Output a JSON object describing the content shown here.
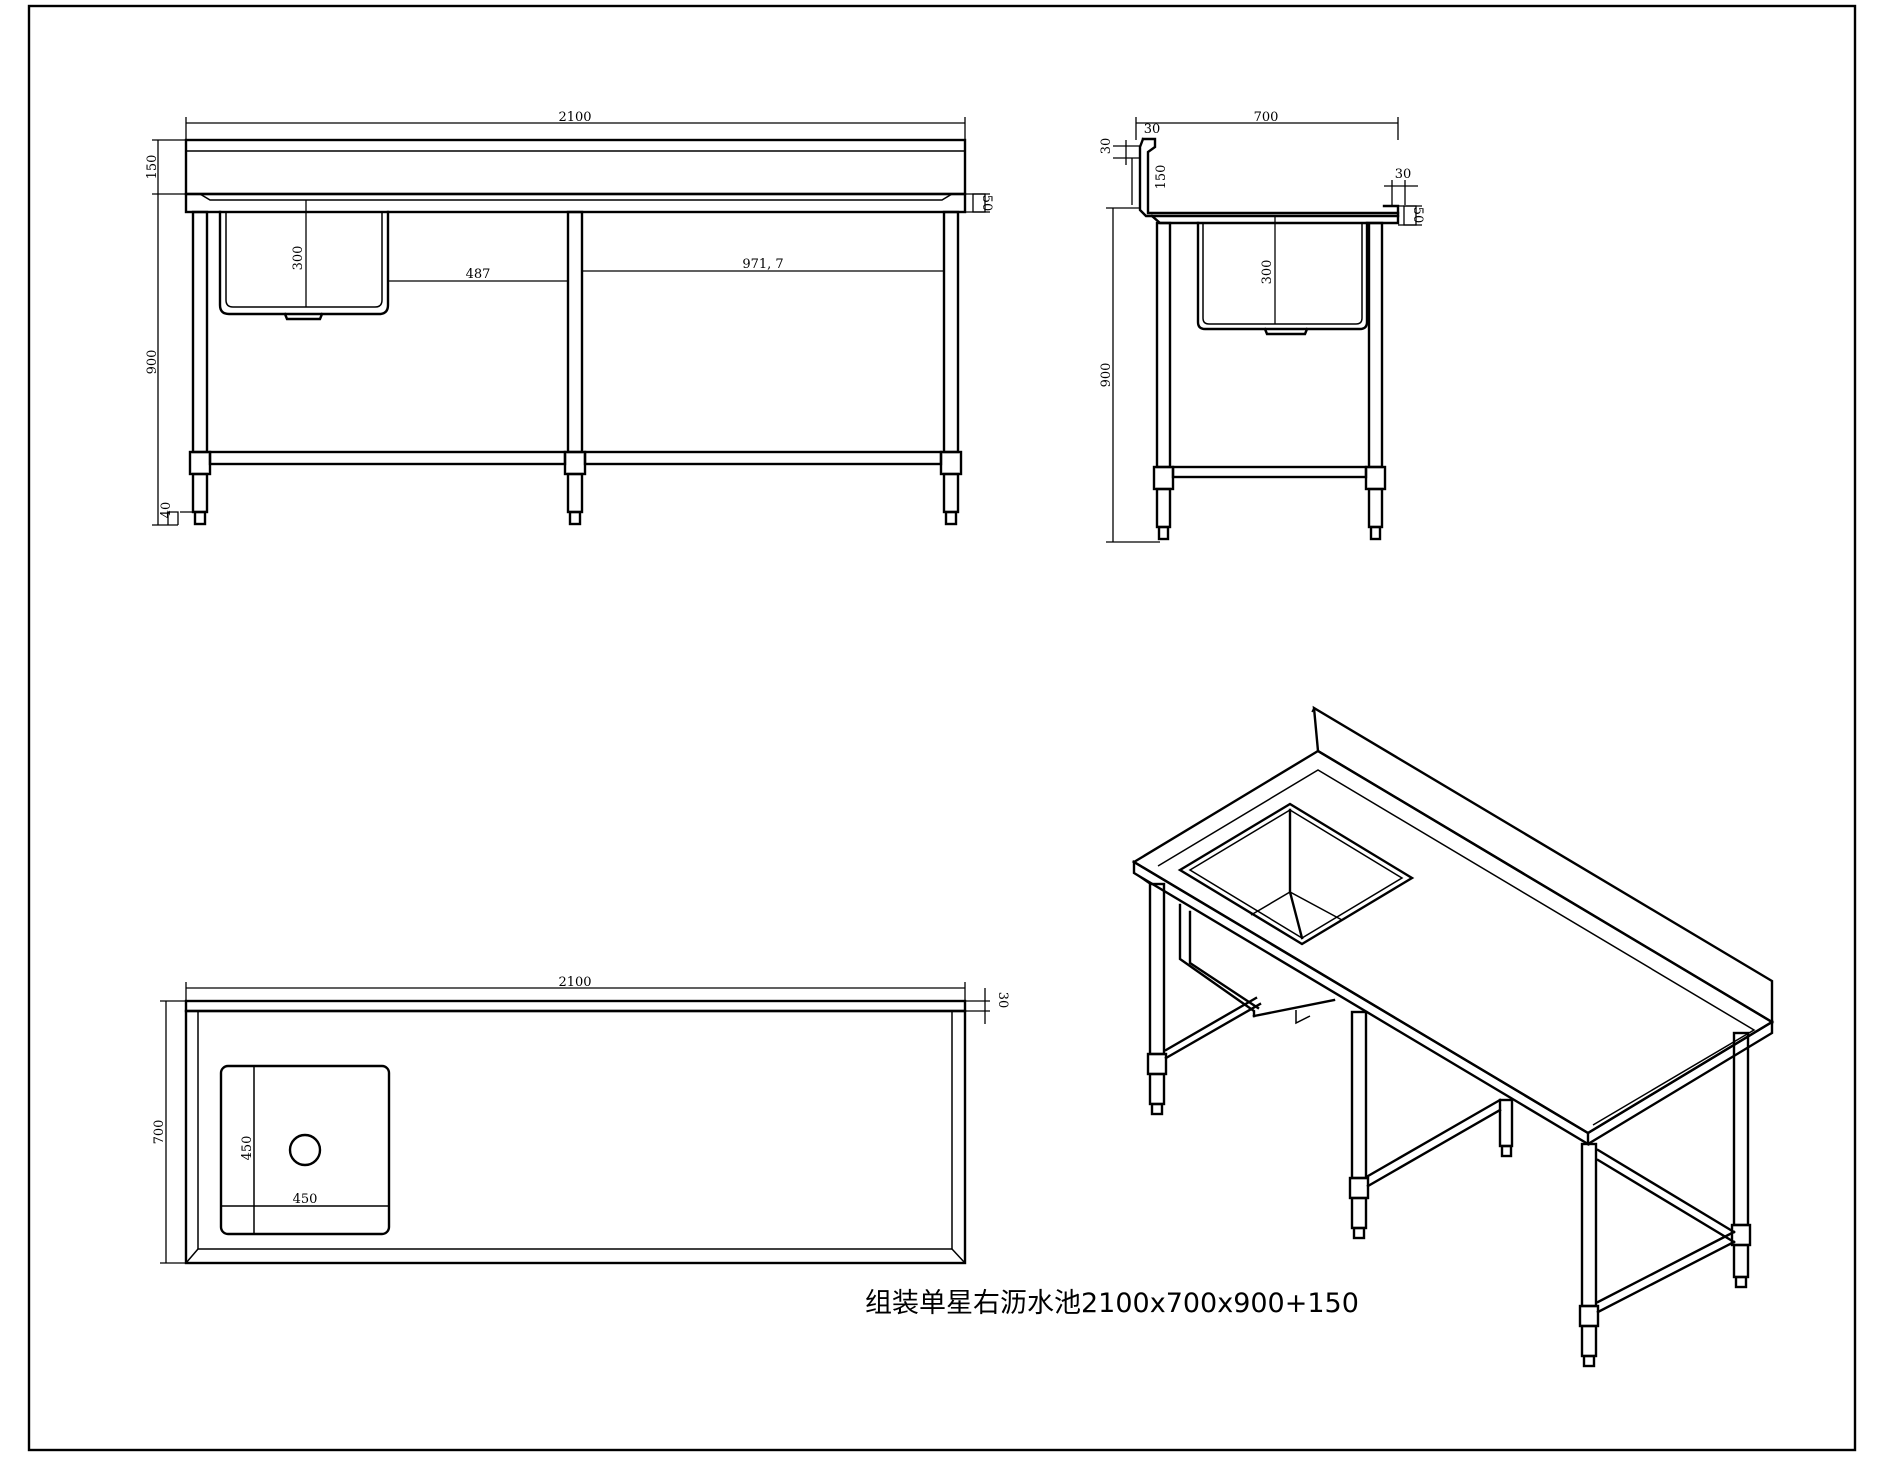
{
  "caption": "组装单星右沥水池2100x700x900+150",
  "front_view": {
    "dim_width": "2100",
    "dim_backsplash": "150",
    "dim_edge": "50",
    "dim_bowl_depth": "300",
    "dim_span_left": "487",
    "dim_span_right": "971, 7",
    "dim_height": "900",
    "dim_foot": "40"
  },
  "side_view": {
    "dim_depth": "700",
    "dim_back_lip_w": "30",
    "dim_back_lip_h": "30",
    "dim_backsplash": "150",
    "dim_front_lip": "30",
    "dim_edge": "50",
    "dim_bowl_depth": "300",
    "dim_height": "900"
  },
  "top_view": {
    "dim_width": "2100",
    "dim_rim": "30",
    "dim_depth": "700",
    "dim_bowl_w": "450",
    "dim_bowl_h": "450"
  }
}
